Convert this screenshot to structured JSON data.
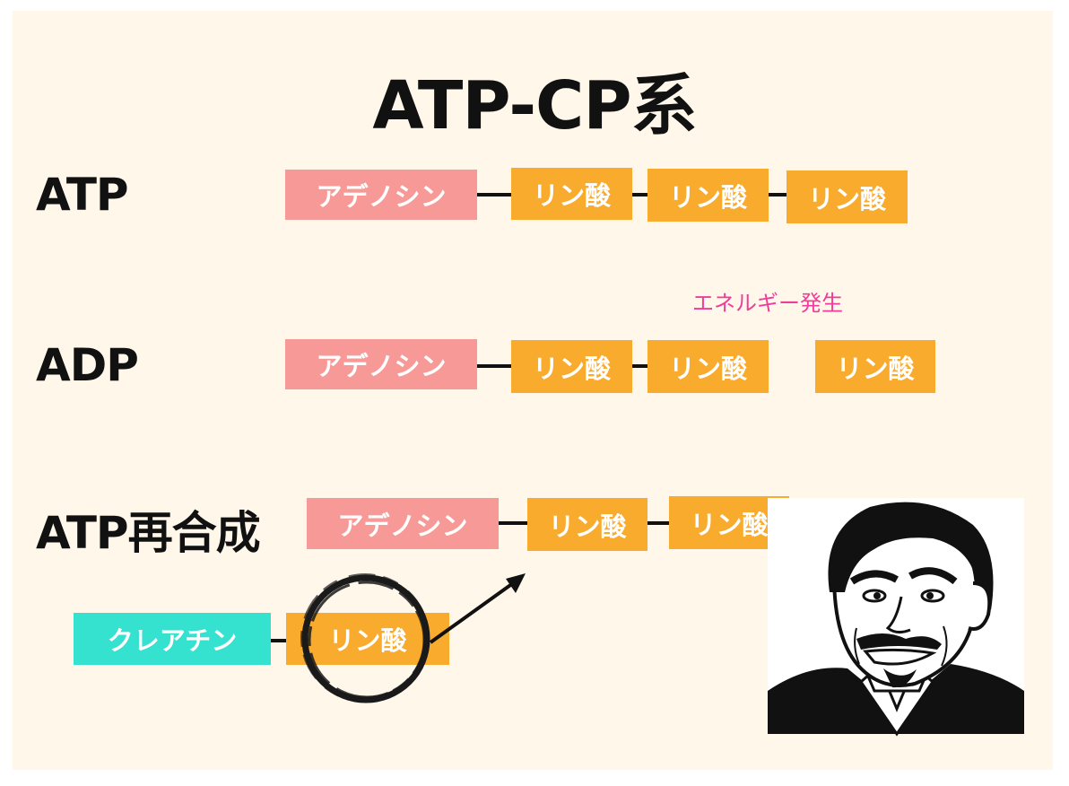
{
  "title": "ATP-CP系",
  "rows": {
    "atp_label": "ATP",
    "adp_label": "ADP",
    "resynth_label": "ATP再合成"
  },
  "molecules": {
    "adenosine": "アデノシン",
    "phosphate": "リン酸",
    "creatine": "クレアチン"
  },
  "energy_note": "エネルギー発生",
  "colors": {
    "background": "#fff7ea",
    "adenosine": "#f79a97",
    "phosphate": "#f9ab2e",
    "creatine": "#35e2d0",
    "energy_text": "#ee3d9a"
  },
  "illustration": "surprised-man-meme-face"
}
